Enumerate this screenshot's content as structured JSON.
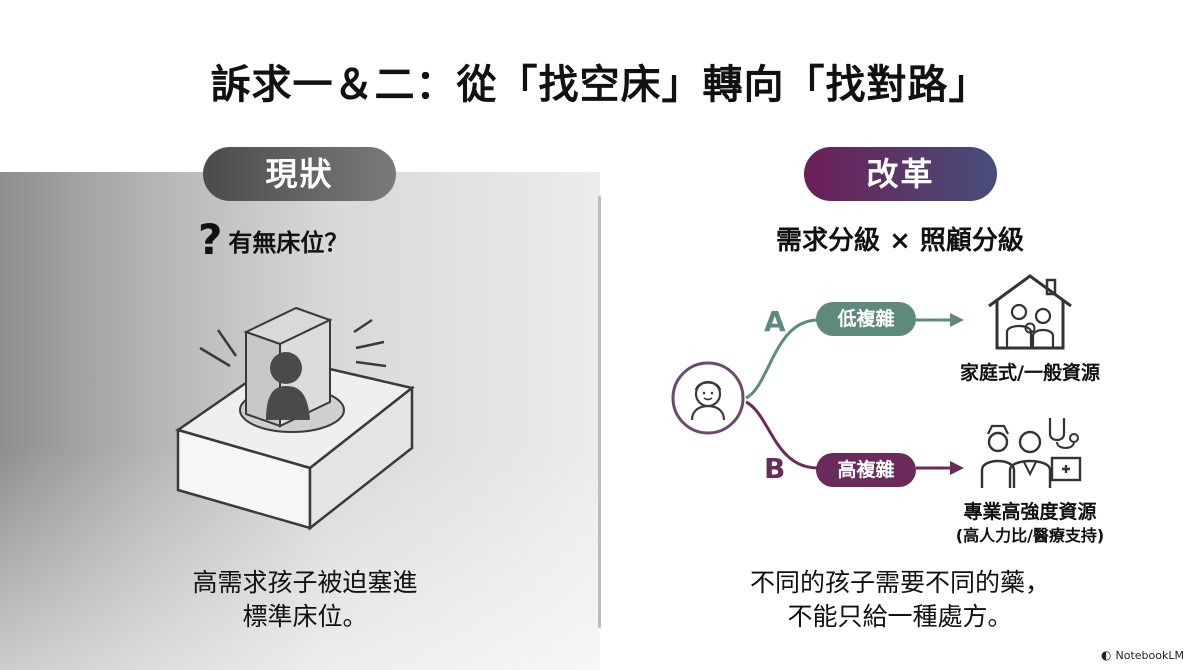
{
  "title": "訴求一＆二：從「找空床」轉向「找對路」",
  "left": {
    "badge": "現狀",
    "question_mark": "?",
    "question": "有無床位？",
    "caption_line1": "高需求孩子被迫塞進",
    "caption_line2": "標準床位。"
  },
  "right": {
    "badge": "改革",
    "subtitle": "需求分級 × 照顧分級",
    "branch_a_letter": "A",
    "branch_a_tag": "低複雜",
    "branch_a_resource": "家庭式/一般資源",
    "branch_b_letter": "B",
    "branch_b_tag": "高複雜",
    "branch_b_resource": "專業高強度資源",
    "branch_b_resource_note": "(高人力比/醫療支持)",
    "caption_line1": "不同的孩子需要不同的藥，",
    "caption_line2": "不能只給一種處方。"
  },
  "icons": {
    "child": "child-face-icon",
    "home": "family-house-icon",
    "medical": "medical-team-icon",
    "box": "person-in-box-icon"
  },
  "colors": {
    "green_branch": "#5e8a7e",
    "purple_branch": "#6b2a5c",
    "reform_pill_start": "#6b1f56",
    "reform_pill_end": "#474e7a",
    "status_pill": "#5a5a5a"
  },
  "footer": {
    "brand": "NotebookLM"
  }
}
